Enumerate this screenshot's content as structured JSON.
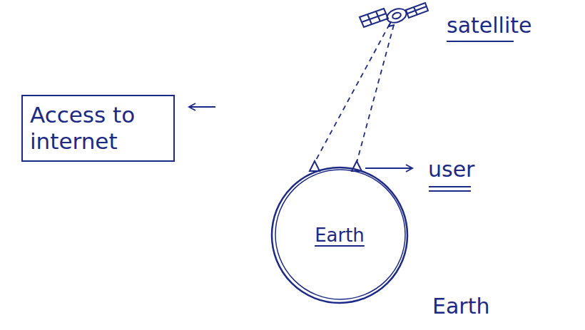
{
  "diagram": {
    "nodes": [
      {
        "text": [
          "Access to internet"
        ]
      },
      {
        "text": [
          "Earth"
        ]
      }
    ],
    "labels": [
      "satellite",
      "user",
      "Earth"
    ]
  }
}
